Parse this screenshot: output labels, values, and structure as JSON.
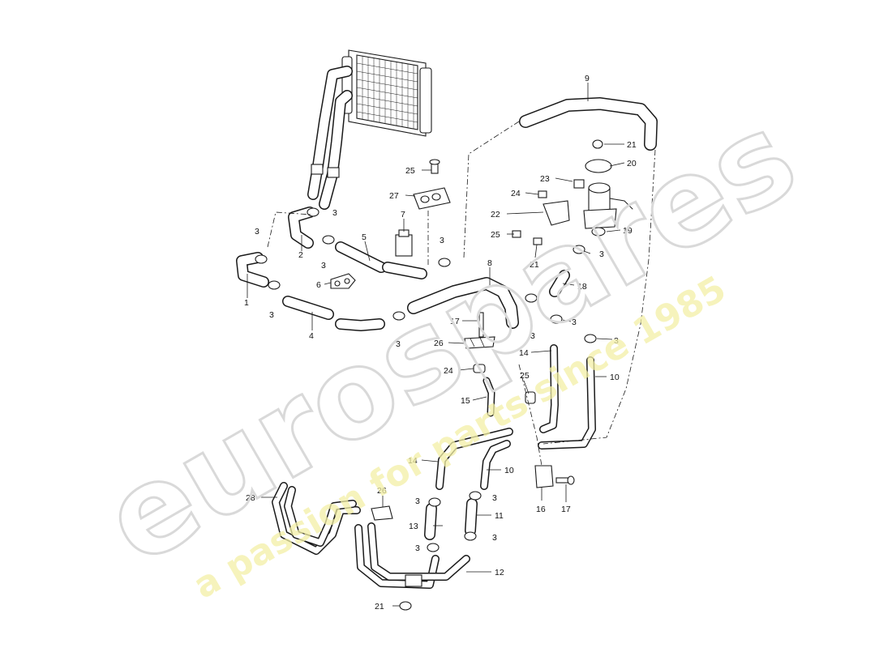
{
  "watermark": {
    "brand": "eurospares",
    "tagline": "a passion for parts since 1985"
  },
  "callouts": [
    "1",
    "2",
    "3",
    "4",
    "5",
    "6",
    "7",
    "8",
    "9",
    "10",
    "11",
    "12",
    "13",
    "14",
    "15",
    "16",
    "17",
    "18",
    "19",
    "20",
    "21",
    "22",
    "23",
    "24",
    "25",
    "26",
    "27",
    "28"
  ]
}
